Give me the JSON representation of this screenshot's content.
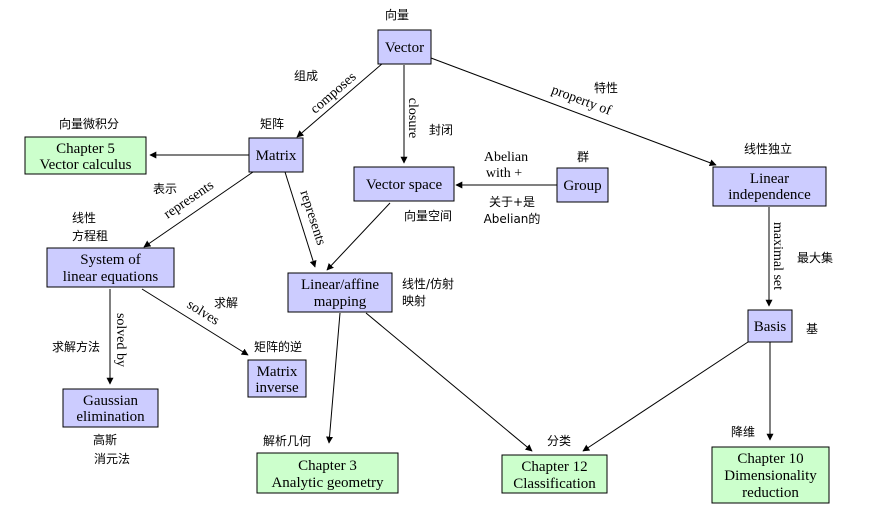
{
  "colors": {
    "concept_fill": "#ccccff",
    "chapter_fill": "#ccffcc",
    "stroke": "#000000"
  },
  "nodes": {
    "vector": {
      "lines": [
        "Vector"
      ],
      "cn": "向量"
    },
    "matrix": {
      "lines": [
        "Matrix"
      ],
      "cn": "矩阵"
    },
    "vector_space": {
      "lines": [
        "Vector space"
      ],
      "cn": "向量空间"
    },
    "group": {
      "lines": [
        "Group"
      ],
      "cn": "群"
    },
    "linear_independence": {
      "lines": [
        "Linear",
        "independence"
      ],
      "cn": "线性独立"
    },
    "chapter5": {
      "lines": [
        "Chapter 5",
        "Vector calculus"
      ],
      "cn": "向量微积分"
    },
    "system": {
      "lines": [
        "System of",
        "linear equations"
      ],
      "cn": [
        "线性",
        "方程租"
      ]
    },
    "mapping": {
      "lines": [
        "Linear/affine",
        "mapping"
      ],
      "cn": [
        "线性/仿射",
        "映射"
      ]
    },
    "basis": {
      "lines": [
        "Basis"
      ],
      "cn": "基"
    },
    "gaussian": {
      "lines": [
        "Gaussian",
        "elimination"
      ],
      "cn": [
        "高斯",
        "消元法"
      ]
    },
    "matrix_inverse": {
      "lines": [
        "Matrix",
        "inverse"
      ],
      "cn": "矩阵的逆"
    },
    "chapter3": {
      "lines": [
        "Chapter 3",
        "Analytic geometry"
      ],
      "cn": "解析几何"
    },
    "chapter12": {
      "lines": [
        "Chapter 12",
        "Classification"
      ],
      "cn": "分类"
    },
    "chapter10": {
      "lines": [
        "Chapter 10",
        "Dimensionality",
        "reduction"
      ],
      "cn": "降维"
    }
  },
  "edge_labels": {
    "composes": {
      "en": "composes",
      "cn": "组成"
    },
    "closure": {
      "en": "closure",
      "cn": "封闭"
    },
    "property_of": {
      "en": "property of",
      "cn": "特性"
    },
    "abelian": {
      "en": [
        "Abelian",
        "with +"
      ],
      "cn": [
        "关于+是",
        "Abelian的"
      ]
    },
    "represents_left": {
      "en": "represents",
      "cn": "表示"
    },
    "represents_right": {
      "en": "represents"
    },
    "maximal_set": {
      "en": "maximal set",
      "cn": "最大集"
    },
    "solved_by": {
      "en": "solved by",
      "cn": "求解方法"
    },
    "solves": {
      "en": "solves",
      "cn": "求解"
    }
  }
}
